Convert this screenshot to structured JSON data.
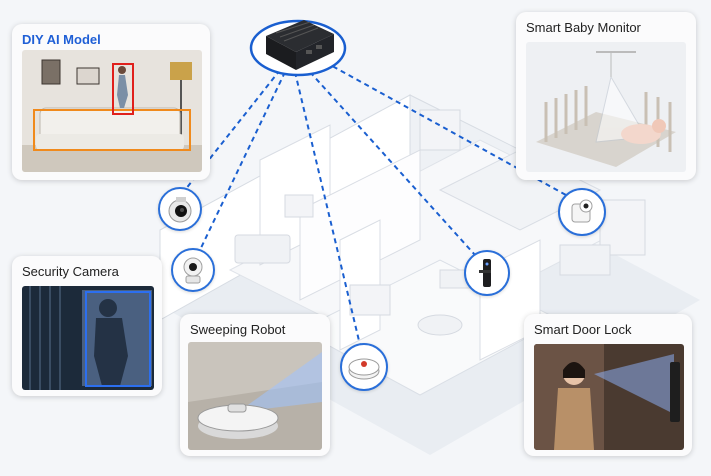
{
  "cards": {
    "diy_ai_model": {
      "title": "DIY AI Model"
    },
    "smart_baby_monitor": {
      "title": "Smart Baby Monitor"
    },
    "security_camera": {
      "title": "Security Camera"
    },
    "sweeping_robot": {
      "title": "Sweeping Robot"
    },
    "smart_door_lock": {
      "title": "Smart Door Lock"
    }
  },
  "colors": {
    "accent_blue": "#1f5fd6",
    "link_line": "#1a5fd0",
    "detection_red": "#e0201c",
    "detection_orange": "#f08a1c"
  },
  "icons": [
    "dvr-hub-icon",
    "dome-camera-icon",
    "ptz-camera-icon",
    "robot-vacuum-icon",
    "smart-lock-icon",
    "baby-camera-icon"
  ]
}
